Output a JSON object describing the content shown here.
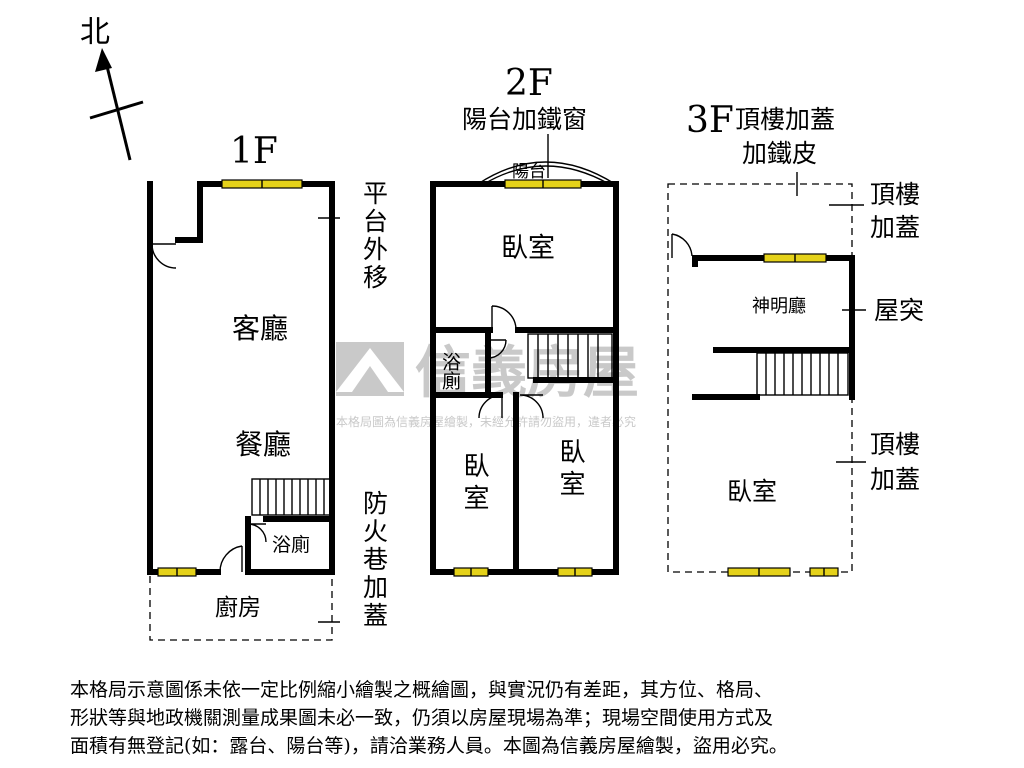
{
  "compass": {
    "label": "北"
  },
  "floors": [
    {
      "id": "1F",
      "title": "1F",
      "rooms": {
        "living": "客廳",
        "dining": "餐廳",
        "bath": "浴廁",
        "kitchen": "廚房"
      },
      "notes": {
        "platform": "平台外移",
        "firelane": "防火巷加蓋"
      }
    },
    {
      "id": "2F",
      "title": "2F",
      "rooms": {
        "bedroom_top": "臥室",
        "bath": "浴廁",
        "bedroom_left": "臥室",
        "bedroom_right": "臥室",
        "balcony": "陽台"
      },
      "notes": {
        "balcony_window": "陽台加鐵窗"
      }
    },
    {
      "id": "3F",
      "title": "3F",
      "rooms": {
        "shrine": "神明廳",
        "bedroom": "臥室"
      },
      "notes": {
        "rooftop_addition": "頂樓加蓋",
        "iron_sheet": "加鐵皮",
        "rooftop_right_top": "頂樓加蓋",
        "penthouse": "屋突",
        "rooftop_right_bottom": "頂樓加蓋"
      }
    }
  ],
  "watermark": {
    "brand": "信義房屋",
    "notice": "本格局圖為信義房屋繪製，未經允許請勿盜用，違者必究"
  },
  "disclaimer": "本格局示意圖係未依一定比例縮小繪製之概繪圖，與實況仍有差距，其方位、格局、\n形狀等與地政機關測量成果圖未必一致，仍須以房屋現場為準；現場空間使用方式及\n面積有無登記(如：露台、陽台等)，請洽業務人員。本圖為信義房屋繪製，盜用必究。",
  "colors": {
    "window": "#e5d21a",
    "wall": "#000000",
    "watermark": "#c9c9c9"
  }
}
